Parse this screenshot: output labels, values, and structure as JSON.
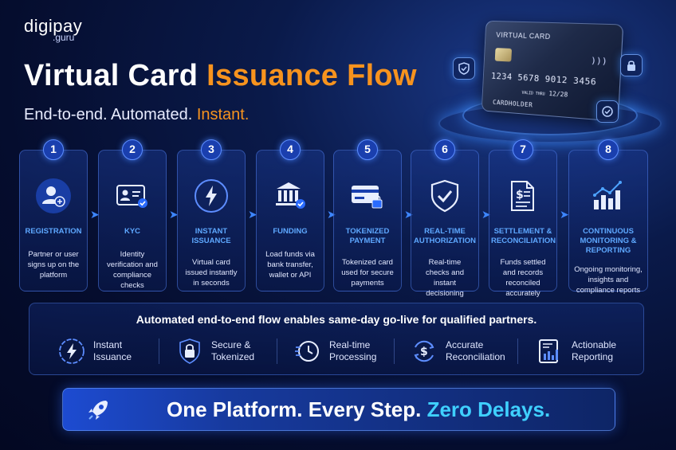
{
  "logo": {
    "line1": "digipay",
    "line2": ".guru"
  },
  "title": {
    "part1": "Virtual Card ",
    "part2": "Issuance Flow"
  },
  "subtitle": {
    "part1": "End-to-end. Automated. ",
    "part2": "Instant."
  },
  "card": {
    "label": "VIRTUAL CARD",
    "number": "1234 5678 9012 3456",
    "valid_label": "VALID THRU",
    "valid": "12/28",
    "holder": "CARDHOLDER"
  },
  "steps": [
    {
      "num": "1",
      "title": "REGISTRATION",
      "desc": "Partner or user signs up on the platform",
      "icon": "user-add-icon"
    },
    {
      "num": "2",
      "title": "KYC",
      "desc": "Identity verification and compliance checks",
      "icon": "id-card-check-icon"
    },
    {
      "num": "3",
      "title": "INSTANT ISSUANCE",
      "desc": "Virtual card issued instantly in seconds",
      "icon": "lightning-icon"
    },
    {
      "num": "4",
      "title": "FUNDING",
      "desc": "Load funds via bank transfer, wallet or API",
      "icon": "bank-icon"
    },
    {
      "num": "5",
      "title": "TOKENIZED PAYMENT",
      "desc": "Tokenized card used for secure payments",
      "icon": "card-lock-icon"
    },
    {
      "num": "6",
      "title": "REAL-TIME AUTHORIZATION",
      "desc": "Real-time checks and instant decisioning",
      "icon": "shield-check-icon"
    },
    {
      "num": "7",
      "title": "SETTLEMENT & RECONCILIATION",
      "desc": "Funds settled and records reconciled accurately",
      "icon": "document-dollar-icon"
    },
    {
      "num": "8",
      "title": "CONTINUOUS MONITORING & REPORTING",
      "desc": "Ongoing monitoring, insights and compliance reports",
      "icon": "bar-chart-icon"
    }
  ],
  "features": {
    "heading": "Automated end-to-end flow enables same-day go-live for qualified partners.",
    "items": [
      {
        "line1": "Instant",
        "line2": "Issuance",
        "icon": "lightning-circle-icon"
      },
      {
        "line1": "Secure &",
        "line2": "Tokenized",
        "icon": "lock-icon"
      },
      {
        "line1": "Real-time",
        "line2": "Processing",
        "icon": "clock-icon"
      },
      {
        "line1": "Accurate",
        "line2": "Reconciliation",
        "icon": "dollar-cycle-icon"
      },
      {
        "line1": "Actionable",
        "line2": "Reporting",
        "icon": "report-chart-icon"
      }
    ]
  },
  "banner": {
    "part1": "One Platform. Every Step. ",
    "part2": "Zero Delays."
  },
  "colors": {
    "accent_orange": "#f7931e",
    "accent_blue": "#5ea8ff",
    "accent_cyan": "#3fd0ff",
    "background": "#050d2e"
  }
}
